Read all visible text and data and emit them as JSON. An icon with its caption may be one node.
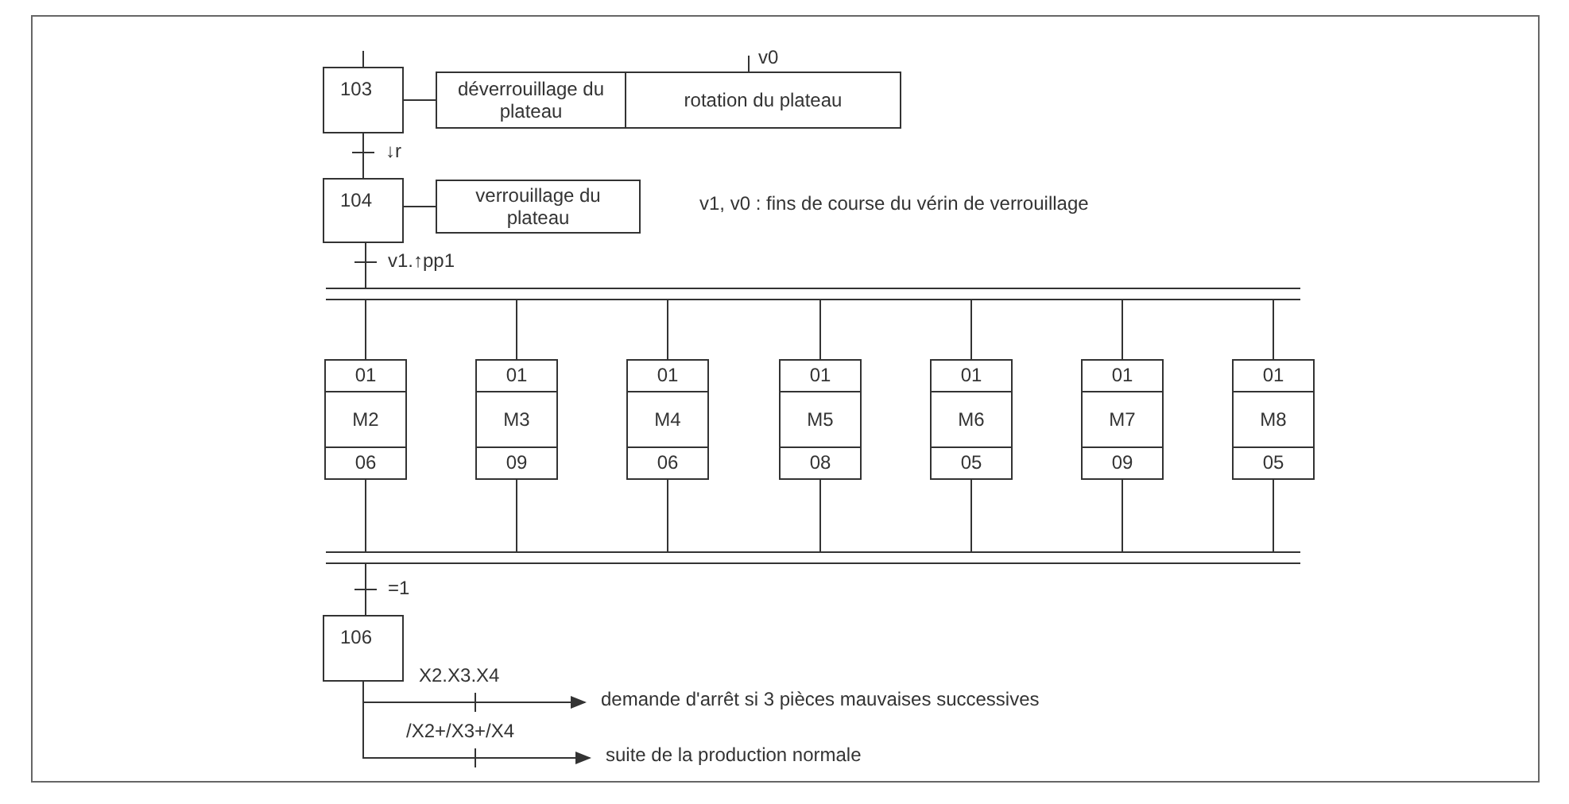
{
  "diagram": {
    "nodes": [
      {
        "text": [
          "103"
        ]
      },
      {
        "text": [
          "déverrouillage du plateau"
        ]
      },
      {
        "text": [
          "rotation du plateau"
        ],
        "beside": [
          "v0"
        ]
      },
      {
        "text": [
          "104"
        ]
      },
      {
        "text": [
          "verrouillage du plateau"
        ]
      },
      {
        "text": [],
        "shape": "bar"
      },
      {
        "text": [
          "01",
          "M2",
          "06"
        ]
      },
      {
        "text": [
          "01",
          "M3",
          "09"
        ]
      },
      {
        "text": [
          "01",
          "M4",
          "06"
        ]
      },
      {
        "text": [
          "01",
          "M5",
          "08"
        ]
      },
      {
        "text": [
          "01",
          "M6",
          "05"
        ]
      },
      {
        "text": [
          "01",
          "M7",
          "09"
        ]
      },
      {
        "text": [
          "01",
          "M8",
          "05"
        ]
      },
      {
        "text": [],
        "shape": "bar"
      },
      {
        "text": [
          "106"
        ]
      },
      {
        "text": [
          "demande d'arrêt si 3 pièces mauvaises successives"
        ]
      },
      {
        "text": [
          "suite de la production normale"
        ]
      }
    ],
    "edges": [
      {
        "from": null,
        "to": 0,
        "arrow": "none"
      },
      {
        "from": 0,
        "to": 1,
        "arrow": "none"
      },
      {
        "from": 0,
        "to": 3,
        "arrow": "none",
        "label": "↓r"
      },
      {
        "from": 3,
        "to": 4,
        "arrow": "none"
      },
      {
        "from": 3,
        "to": 5,
        "arrow": "none",
        "label": "v1.↑pp1"
      },
      {
        "from": 5,
        "to": 6,
        "arrow": "none"
      },
      {
        "from": 5,
        "to": 7,
        "arrow": "none"
      },
      {
        "from": 5,
        "to": 8,
        "arrow": "none"
      },
      {
        "from": 5,
        "to": 9,
        "arrow": "none"
      },
      {
        "from": 5,
        "to": 10,
        "arrow": "none"
      },
      {
        "from": 5,
        "to": 11,
        "arrow": "none"
      },
      {
        "from": 5,
        "to": 12,
        "arrow": "none"
      },
      {
        "from": 6,
        "to": 13,
        "arrow": "none"
      },
      {
        "from": 7,
        "to": 13,
        "arrow": "none"
      },
      {
        "from": 8,
        "to": 13,
        "arrow": "none"
      },
      {
        "from": 9,
        "to": 13,
        "arrow": "none"
      },
      {
        "from": 10,
        "to": 13,
        "arrow": "none"
      },
      {
        "from": 11,
        "to": 13,
        "arrow": "none"
      },
      {
        "from": 12,
        "to": 13,
        "arrow": "none"
      },
      {
        "from": 13,
        "to": 14,
        "arrow": "none",
        "label": "=1"
      },
      {
        "from": 14,
        "to": 15,
        "arrow": "to",
        "label": "X2.X3.X4"
      },
      {
        "from": 14,
        "to": 16,
        "arrow": "to",
        "label": "/X2+/X3+/X4"
      }
    ],
    "labels": [
      "v1, v0 : fins de course du vérin de verrouillage"
    ]
  }
}
